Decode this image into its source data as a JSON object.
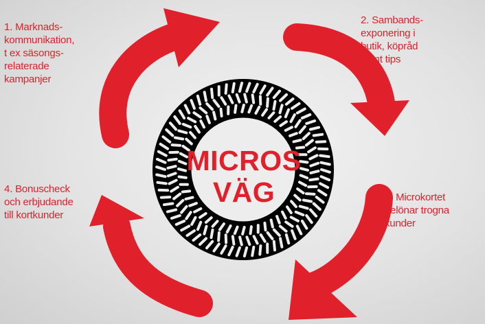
{
  "colors": {
    "accent": "#e0202a",
    "ring": "#000000",
    "background": "#e4e4e4"
  },
  "center": {
    "line1": "MICROS",
    "line2": "VÄG"
  },
  "steps": [
    {
      "label": "1. Marknads-\nkommunikation,\nt ex säsongs-\nrelaterade\nkampanjer"
    },
    {
      "label": "2. Sambands-\nexponering i\nbutik, köpråd\nsamt tips"
    },
    {
      "label": "3. Microkortet\nbelönar trogna\nkunder"
    },
    {
      "label": "4. Bonuscheck\noch erbjudande\ntill kortkunder"
    }
  ],
  "icons": {
    "ring": "tire-tread-ring-icon",
    "arrow": "cycle-arrow-icon"
  }
}
